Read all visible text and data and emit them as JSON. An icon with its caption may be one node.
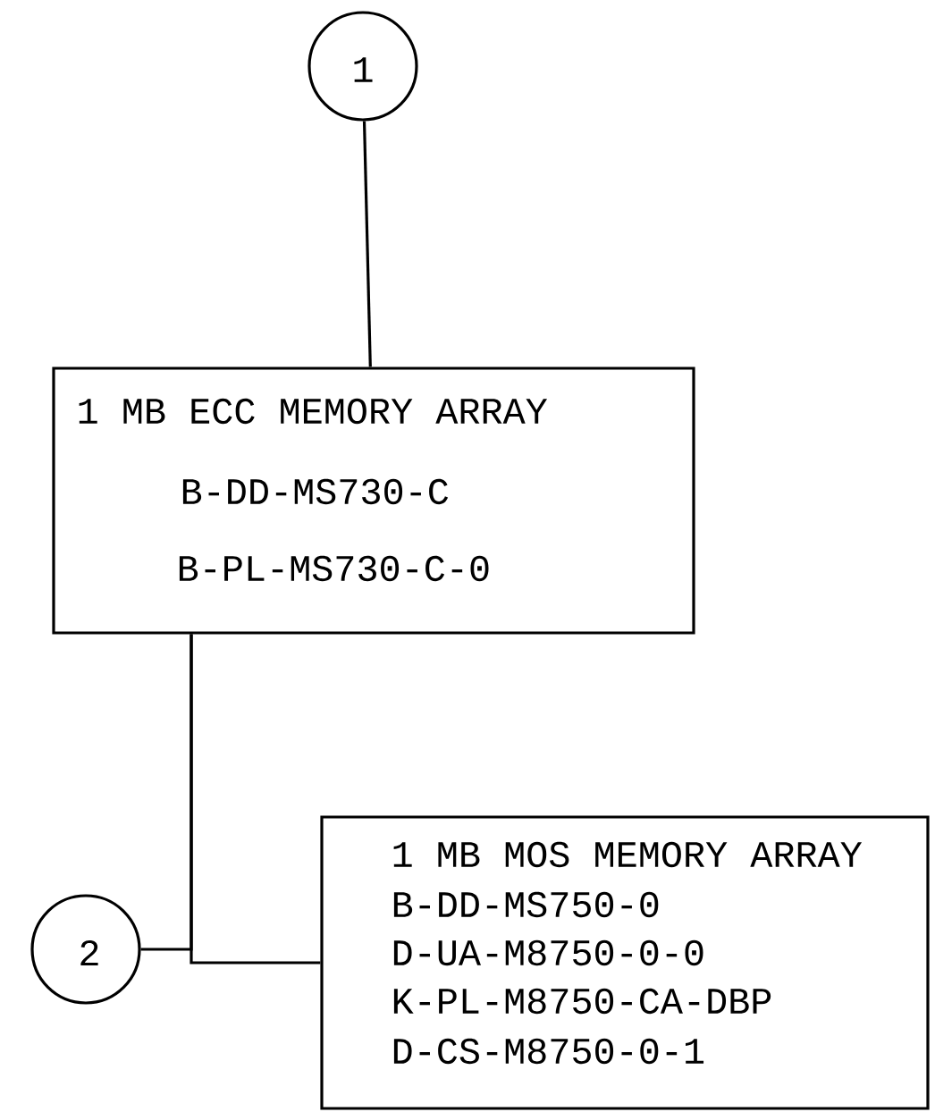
{
  "diagram": {
    "nodes": [
      {
        "text": [
          "1"
        ]
      },
      {
        "text": [
          "1 MB ECC MEMORY ARRAY",
          "B-DD-MS730-C",
          "B-PL-MS730-C-0"
        ]
      },
      {
        "text": [
          "2"
        ]
      },
      {
        "text": [
          "1 MB MOS MEMORY ARRAY",
          "B-DD-MS750-0",
          "D-UA-M8750-0-0",
          "K-PL-M8750-CA-DBP",
          "D-CS-M8750-0-1"
        ]
      }
    ],
    "edges": [
      {
        "from": 0,
        "to": 1,
        "arrow": "none"
      },
      {
        "from": 1,
        "to": 2,
        "arrow": "none"
      },
      {
        "from": 1,
        "to": 3,
        "arrow": "none"
      }
    ]
  }
}
